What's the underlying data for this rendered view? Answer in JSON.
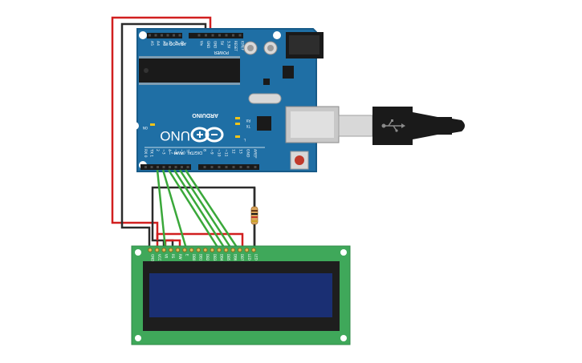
{
  "board": {
    "brand_name": "ARDUINO",
    "model_name": "UNO",
    "header_power": "POWER",
    "header_analog": "ANALOG IN",
    "header_digital": "DIGITAL (PWM~)",
    "led_on": "ON",
    "led_tx": "TX",
    "led_rx": "RX",
    "led_l": "L",
    "power_pins": [
      "IOREF",
      "RESET",
      "3.3V",
      "5V",
      "GND",
      "GND",
      "Vin"
    ],
    "analog_pins": [
      "A0",
      "A1",
      "A2",
      "A3",
      "A4",
      "A5"
    ],
    "digital_pins": [
      "AREF",
      "GND",
      "13",
      "12",
      "~11",
      "~10",
      "~9",
      "8",
      "7",
      "~6",
      "~5",
      "4",
      "~3",
      "2",
      "TX 1",
      "RX 0"
    ]
  },
  "lcd": {
    "pins": [
      "GND",
      "VCC",
      "V0",
      "RS",
      "RW",
      "E",
      "DB0",
      "DB1",
      "DB2",
      "DB3",
      "DB4",
      "DB5",
      "DB6",
      "DB7",
      "LED",
      "LED"
    ]
  },
  "colors": {
    "board_blue": "#1f6fa5",
    "board_edge": "#175a88",
    "lcd_pcb": "#3fa85a",
    "lcd_screen": "#1a2f73",
    "wire_red": "#d11f1f",
    "wire_black": "#2b2b2b",
    "wire_green": "#3aa83a",
    "usb_gray": "#d8d8d8"
  }
}
